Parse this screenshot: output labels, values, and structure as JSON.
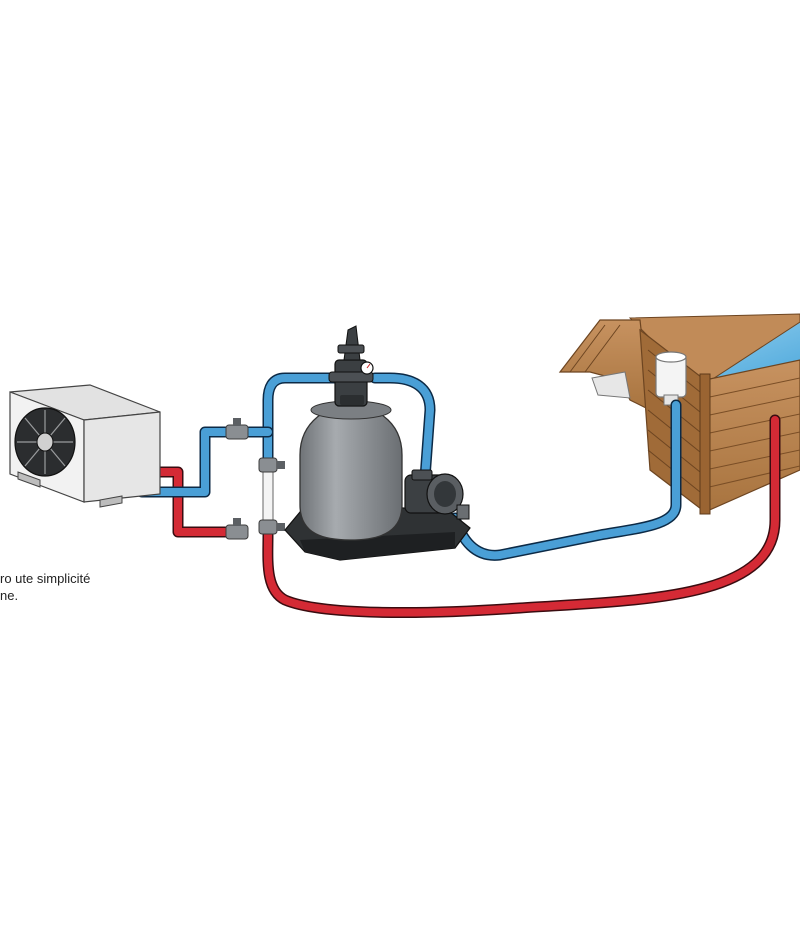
{
  "caption": {
    "line1": "ro ute simplicité",
    "line2": "ne."
  },
  "colors": {
    "hot_pipe": "#d42a35",
    "cold_pipe": "#4a9fd6",
    "pool_water": "#7fc6ea",
    "wood": "#b8834f",
    "filter_tank": "#8e9296",
    "heat_pump_body": "#f2f2f2"
  },
  "icons": [
    "heat-pump",
    "sand-filter",
    "multiport-valve",
    "pressure-gauge",
    "pool-pump",
    "wooden-pool",
    "skimmer",
    "valve"
  ]
}
